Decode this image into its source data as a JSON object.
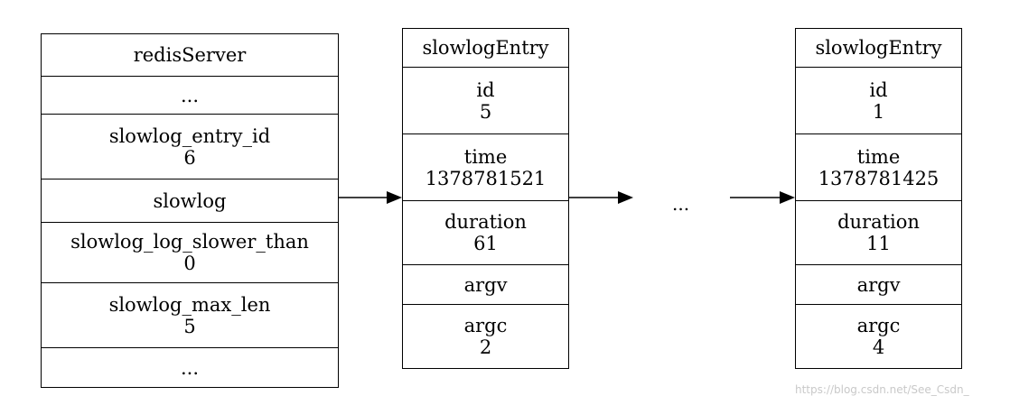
{
  "redis_server": {
    "title": "redisServer",
    "ellipsis_top": "...",
    "entry_id_label": "slowlog_entry_id",
    "entry_id_value": "6",
    "slowlog_label": "slowlog",
    "slower_than_label": "slowlog_log_slower_than",
    "slower_than_value": "0",
    "max_len_label": "slowlog_max_len",
    "max_len_value": "5",
    "ellipsis_bottom": "..."
  },
  "entries": [
    {
      "title": "slowlogEntry",
      "id_label": "id",
      "id_value": "5",
      "time_label": "time",
      "time_value": "1378781521",
      "duration_label": "duration",
      "duration_value": "61",
      "argv_label": "argv",
      "argc_label": "argc",
      "argc_value": "2"
    },
    {
      "title": "slowlogEntry",
      "id_label": "id",
      "id_value": "1",
      "time_label": "time",
      "time_value": "1378781425",
      "duration_label": "duration",
      "duration_value": "11",
      "argv_label": "argv",
      "argc_label": "argc",
      "argc_value": "4"
    }
  ],
  "middle_ellipsis": "...",
  "watermark": "https://blog.csdn.net/See_Csdn_"
}
